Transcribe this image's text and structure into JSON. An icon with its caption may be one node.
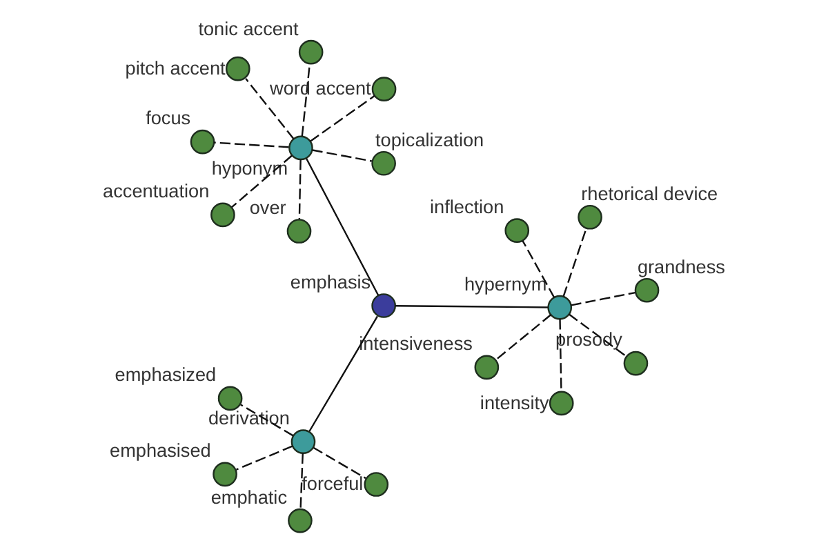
{
  "diagram": {
    "nodes": [
      {
        "text": [
          "inflection"
        ]
      },
      {
        "text": [
          "prosody"
        ]
      },
      {
        "text": [
          "rhetorical device"
        ]
      },
      {
        "text": [
          "hypernym"
        ]
      },
      {
        "text": [
          "accentuation"
        ]
      },
      {
        "text": [
          "over"
        ]
      },
      {
        "text": [
          "grandness"
        ]
      },
      {
        "text": [
          "intensity"
        ]
      },
      {
        "text": [
          "focus"
        ]
      },
      {
        "text": [
          "intensiveness"
        ]
      },
      {
        "text": [
          "hyponym"
        ]
      },
      {
        "text": [
          "emphasis"
        ]
      },
      {
        "text": [
          "tonic accent"
        ]
      },
      {
        "text": [
          "topicalization"
        ]
      },
      {
        "text": [
          "pitch accent"
        ]
      },
      {
        "text": [
          "word accent"
        ]
      },
      {
        "text": [
          "derivation"
        ]
      },
      {
        "text": [
          "emphasized"
        ]
      },
      {
        "text": [
          "emphatic"
        ]
      },
      {
        "text": [
          "forceful"
        ]
      },
      {
        "text": [
          "emphasised"
        ]
      }
    ],
    "edges": [
      {
        "from": 11,
        "to": 3,
        "arrow": "none"
      },
      {
        "from": 11,
        "to": 10,
        "arrow": "none"
      },
      {
        "from": 11,
        "to": 16,
        "arrow": "none"
      },
      {
        "from": 3,
        "to": 0,
        "arrow": "none",
        "style": "dashed"
      },
      {
        "from": 3,
        "to": 1,
        "arrow": "none",
        "style": "dashed"
      },
      {
        "from": 3,
        "to": 2,
        "arrow": "none",
        "style": "dashed"
      },
      {
        "from": 3,
        "to": 6,
        "arrow": "none",
        "style": "dashed"
      },
      {
        "from": 3,
        "to": 9,
        "arrow": "none",
        "style": "dashed"
      },
      {
        "from": 3,
        "to": 7,
        "arrow": "none",
        "style": "dashed"
      },
      {
        "from": 10,
        "to": 4,
        "arrow": "none",
        "style": "dashed"
      },
      {
        "from": 10,
        "to": 5,
        "arrow": "none",
        "style": "dashed"
      },
      {
        "from": 10,
        "to": 8,
        "arrow": "none",
        "style": "dashed"
      },
      {
        "from": 10,
        "to": 12,
        "arrow": "none",
        "style": "dashed"
      },
      {
        "from": 10,
        "to": 13,
        "arrow": "none",
        "style": "dashed"
      },
      {
        "from": 10,
        "to": 14,
        "arrow": "none",
        "style": "dashed"
      },
      {
        "from": 10,
        "to": 15,
        "arrow": "none",
        "style": "dashed"
      },
      {
        "from": 16,
        "to": 17,
        "arrow": "none",
        "style": "dashed"
      },
      {
        "from": 16,
        "to": 18,
        "arrow": "none",
        "style": "dashed"
      },
      {
        "from": 16,
        "to": 19,
        "arrow": "none",
        "style": "dashed"
      },
      {
        "from": 16,
        "to": 20,
        "arrow": "none",
        "style": "dashed"
      }
    ]
  }
}
